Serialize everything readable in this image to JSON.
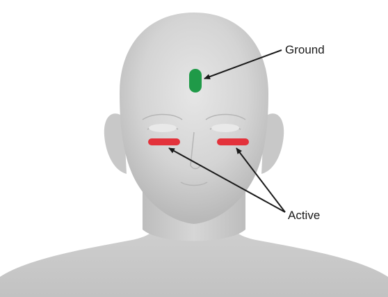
{
  "labels": {
    "ground": "Ground",
    "active": "Active"
  },
  "electrodes": [
    {
      "role": "ground",
      "location": "forehead",
      "color": "#1f9a48",
      "shape": "vertical-pill"
    },
    {
      "role": "active",
      "location": "below-right-eye",
      "color": "#e3323b",
      "shape": "horizontal-bar"
    },
    {
      "role": "active",
      "location": "below-left-eye",
      "color": "#e3323b",
      "shape": "horizontal-bar"
    }
  ],
  "colors": {
    "background": "#ffffff",
    "skin": "#d4d4d4",
    "arrow": "#1a1a1a"
  }
}
